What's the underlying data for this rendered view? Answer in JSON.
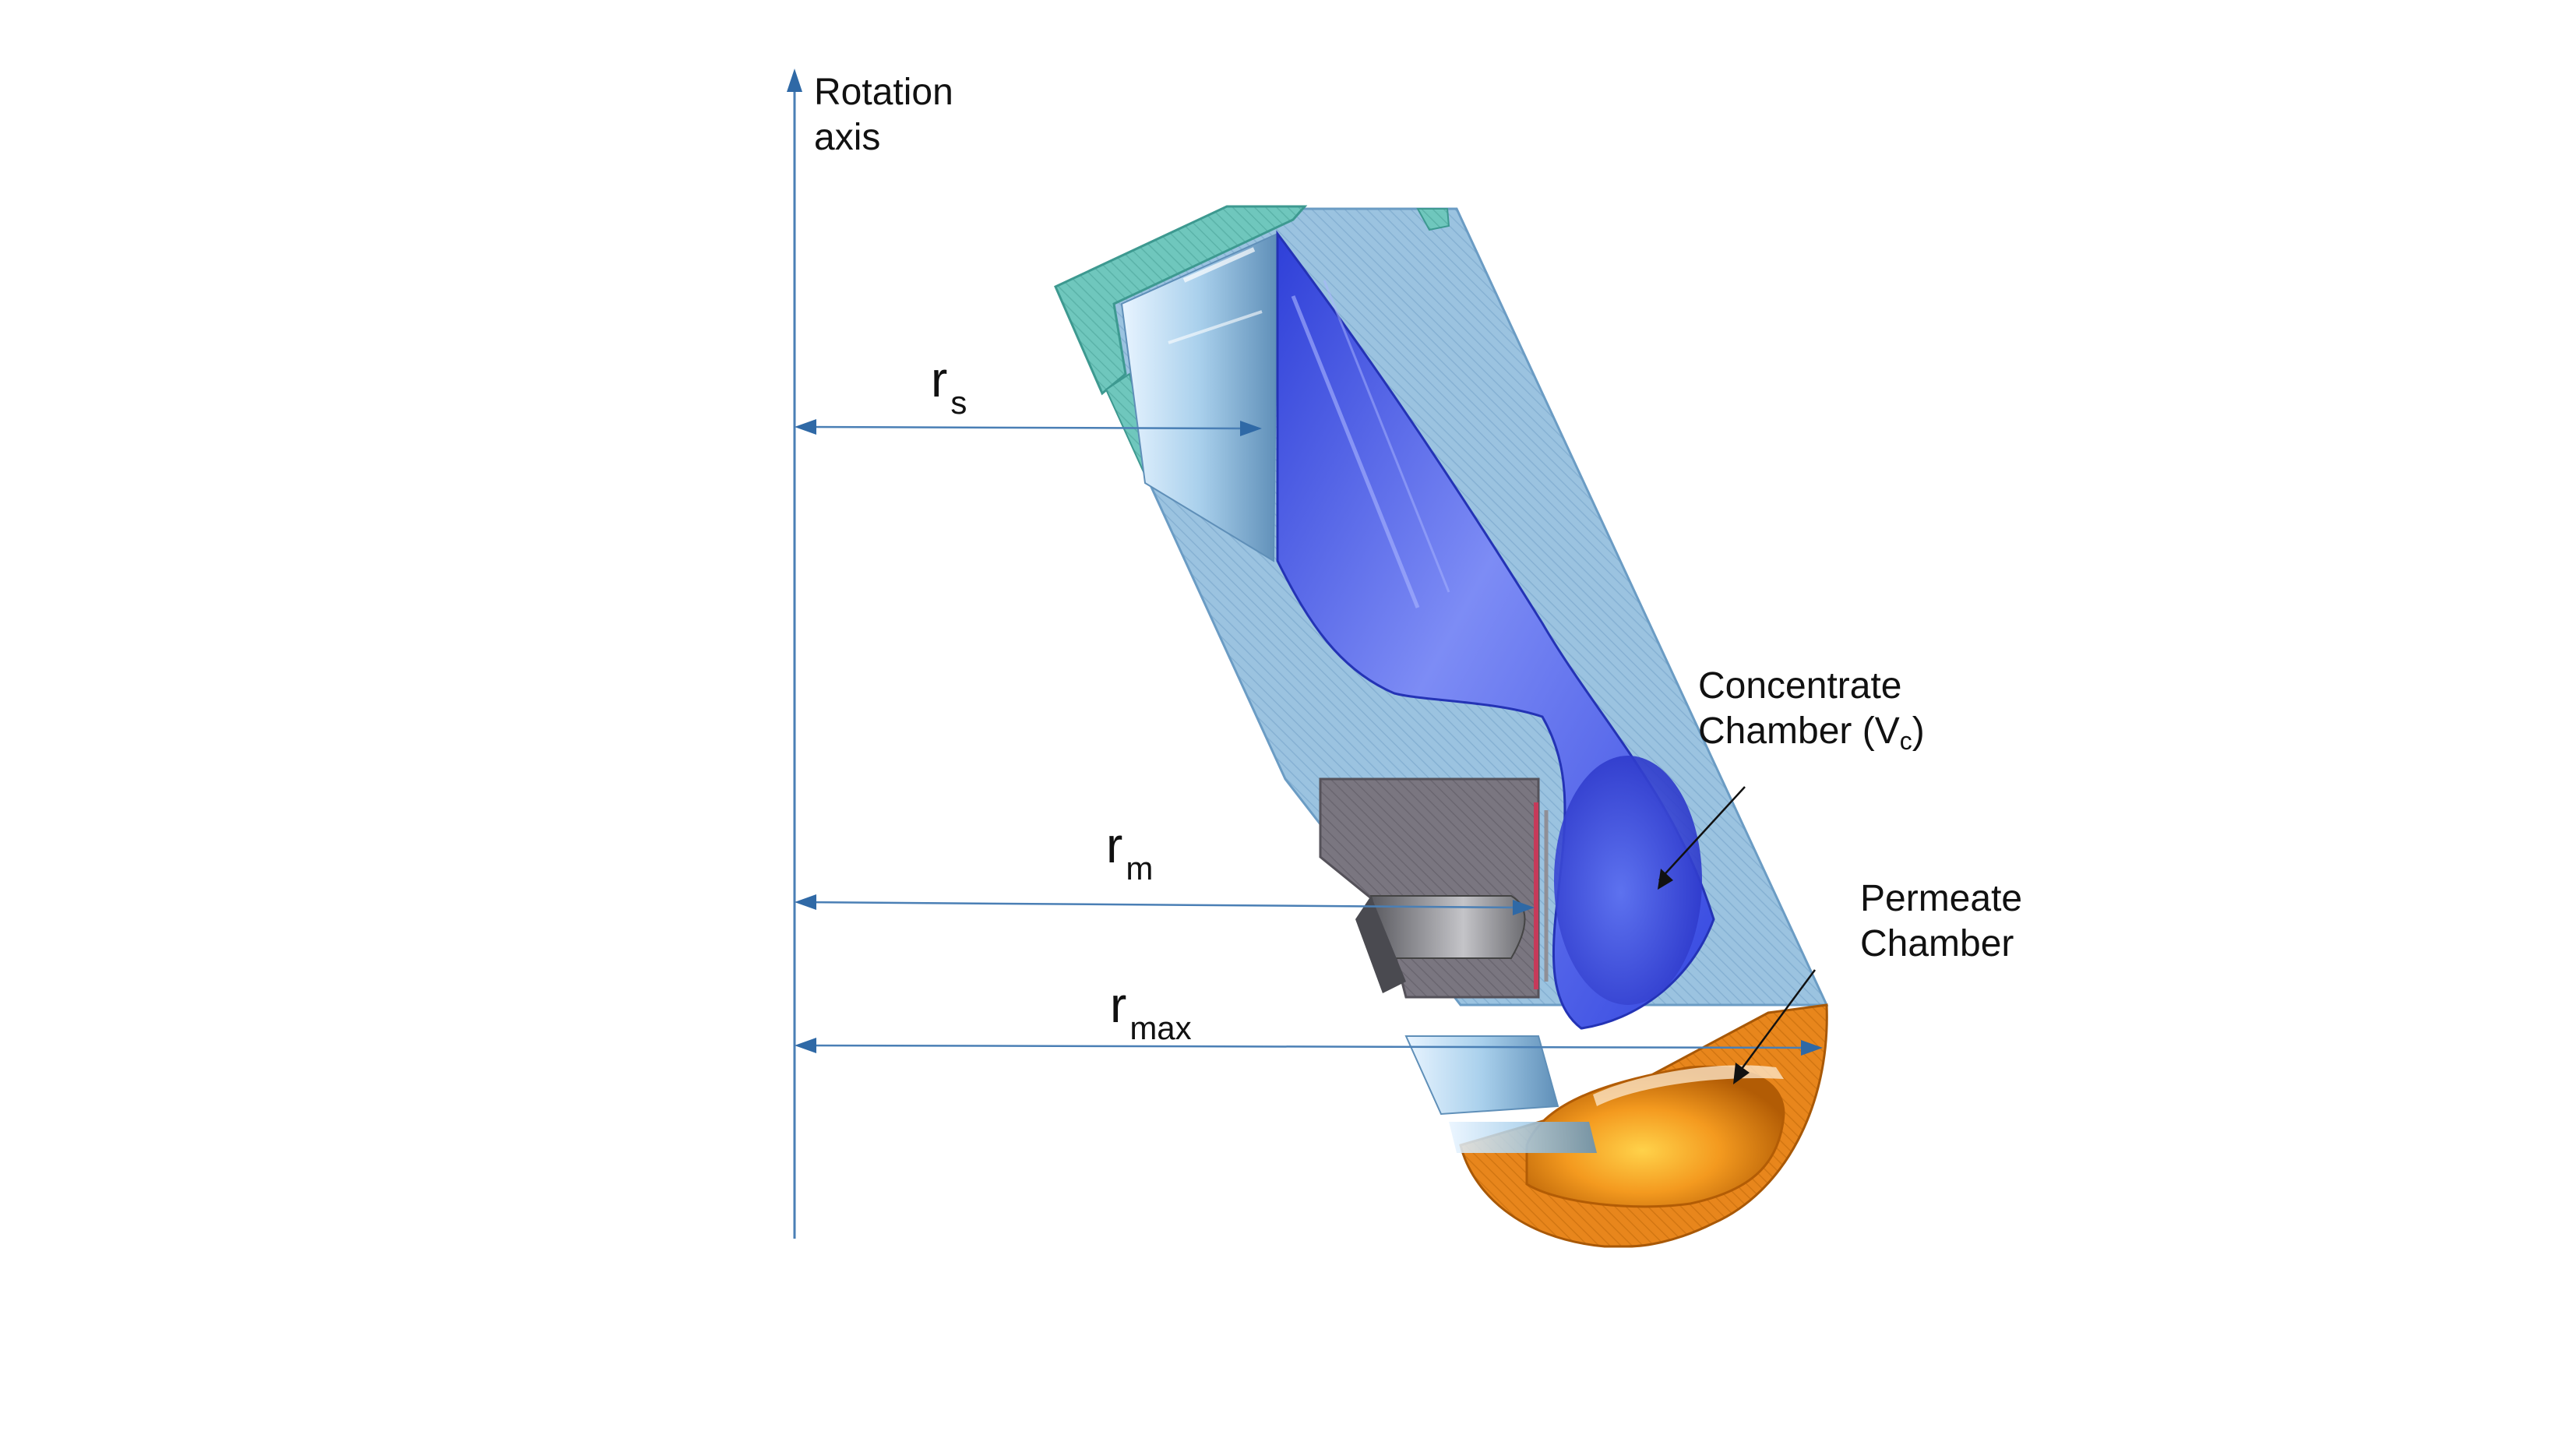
{
  "colors": {
    "axis": "#2f69a6",
    "dim_line": "#4a7fb5",
    "body": "#9bc3e0",
    "body_hatch": "#7fabce",
    "chamber_blue": "#3d52e0",
    "permeate_orange": "#e8861c",
    "cap_teal": "#6fc7bd",
    "fitting_grey": "#7a7680"
  },
  "labels": {
    "rotation_axis_line1": "Rotation",
    "rotation_axis_line2": "axis",
    "concentrate_line1": "Concentrate",
    "concentrate_line2_prefix": "Chamber (V",
    "concentrate_sub": "c",
    "concentrate_line2_suffix": ")",
    "permeate_line1": "Permeate",
    "permeate_line2": "Chamber"
  },
  "radii": {
    "rs": {
      "base": "r",
      "sub": "s"
    },
    "rm": {
      "base": "r",
      "sub": "m"
    },
    "rmax": {
      "base": "r",
      "sub": "max"
    }
  },
  "icons": {
    "axis_arrow": "arrow-up-icon",
    "dimension_arrow": "double-arrow-icon",
    "pointer_arrow": "arrow-pointer-icon"
  }
}
